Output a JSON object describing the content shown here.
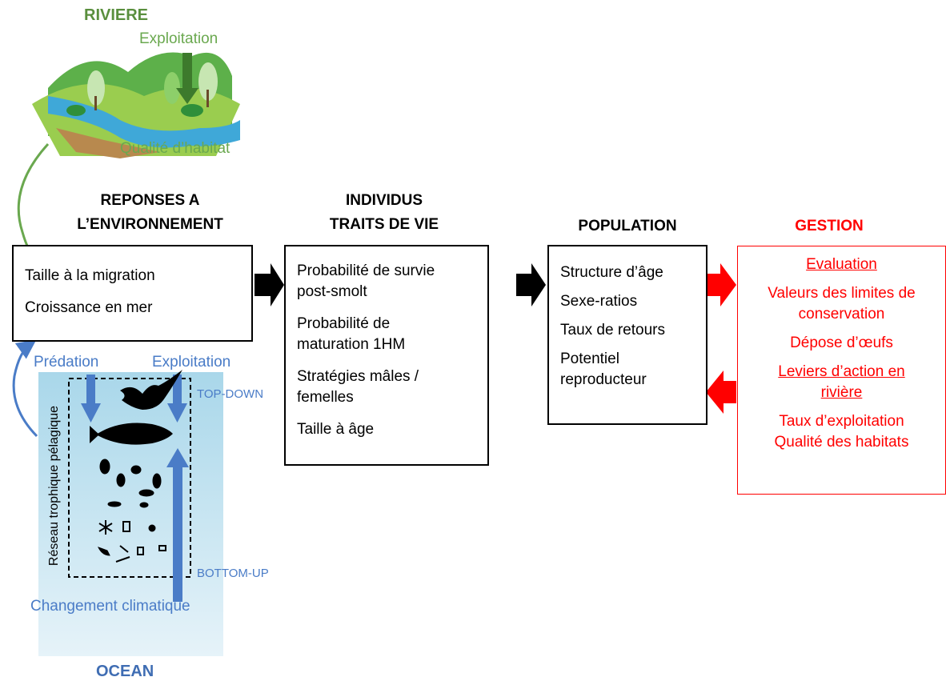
{
  "river": {
    "title": "RIVIERE",
    "exploitation": "Exploitation",
    "habitat": "Qualité d’habitat"
  },
  "responses": {
    "header_line1": "REPONSES A",
    "header_line2": "L’ENVIRONNEMENT",
    "items": [
      "Taille à la migration",
      "Croissance en mer"
    ]
  },
  "individus": {
    "header_line1": "INDIVIDUS",
    "header_line2": "TRAITS DE VIE",
    "items": [
      "Probabilité de survie",
      "post-smolt",
      "Probabilité de",
      "maturation 1HM",
      "Stratégies mâles /",
      "femelles",
      "Taille à âge"
    ]
  },
  "population": {
    "header": "POPULATION",
    "items": [
      "Structure d’âge",
      "Sexe-ratios",
      "Taux de retours",
      "Potentiel",
      "reproducteur"
    ]
  },
  "gestion": {
    "header": "GESTION",
    "items": [
      "Evaluation",
      "Valeurs des limites de",
      "conservation",
      "Dépose d’œufs",
      "Leviers d’action en",
      "rivière",
      "Taux d’exploitation",
      "Qualité des habitats"
    ]
  },
  "ocean": {
    "title": "OCEAN",
    "predation": "Prédation",
    "exploitation": "Exploitation",
    "top_down": "TOP-DOWN",
    "bottom_up": "BOTTOM-UP",
    "climate": "Changement climatique",
    "foodweb": "Réseau trophique pélagique"
  },
  "colors": {
    "green": "#6aa84f",
    "blue": "#4a7cc7",
    "red": "#ff0000",
    "ocean": "#cfe8f3"
  }
}
